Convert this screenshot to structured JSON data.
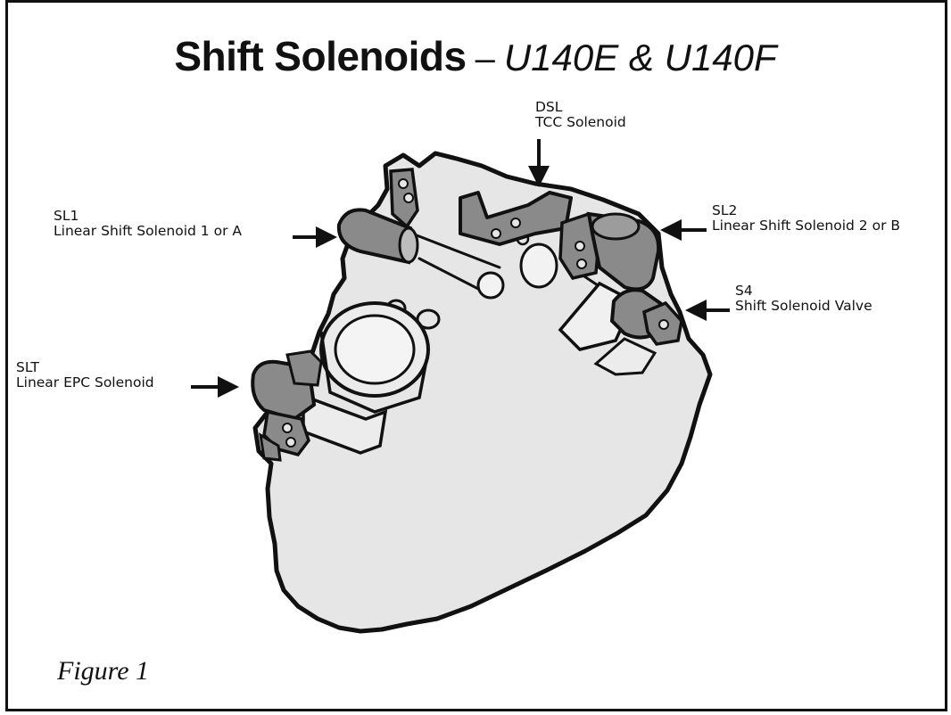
{
  "title": {
    "main": "Shift Solenoids",
    "separator": "–",
    "subtitle": "U140E & U140F"
  },
  "labels": {
    "dsl": {
      "code": "DSL",
      "name": "TCC Solenoid"
    },
    "sl1": {
      "code": "SL1",
      "name": "Linear Shift Solenoid 1 or A"
    },
    "sl2": {
      "code": "SL2",
      "name": "Linear Shift Solenoid 2 or B"
    },
    "s4": {
      "code": "S4",
      "name": "Shift Solenoid Valve"
    },
    "slt": {
      "code": "SLT",
      "name": "Linear EPC Solenoid"
    }
  },
  "caption": "Figure 1",
  "colors": {
    "outline": "#111111",
    "body_fill": "#e6e6e6",
    "solenoid_fill": "#8a8a8a",
    "background": "#ffffff"
  },
  "icons": {
    "arrows": "leader-arrow-icon"
  }
}
